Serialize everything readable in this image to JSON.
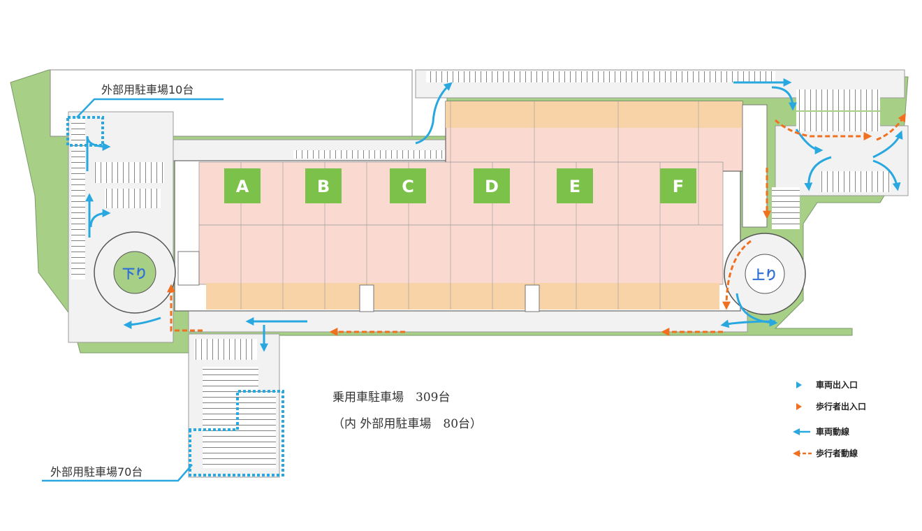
{
  "callouts": {
    "top_left": "外部用駐車場10台",
    "bottom_left": "外部用駐車場70台"
  },
  "zones": [
    "A",
    "B",
    "C",
    "D",
    "E",
    "F"
  ],
  "ramps": {
    "down": "下り",
    "up": "上り"
  },
  "parking_info": {
    "line1": "乗用車駐車場　309台",
    "line2": "（内 外部用駐車場　80台）"
  },
  "legend": [
    {
      "label": "車両出入口",
      "icon": "vehicle-entrance-icon",
      "color": "#29a8e0"
    },
    {
      "label": "歩行者出入口",
      "icon": "pedestrian-entrance-icon",
      "color": "#f07020"
    },
    {
      "label": "車両動線",
      "icon": "vehicle-route-icon",
      "color": "#29a8e0"
    },
    {
      "label": "歩行者動線",
      "icon": "pedestrian-route-icon",
      "color": "#f07020"
    }
  ],
  "colors": {
    "vehicle": "#29a8e0",
    "pedestrian": "#f07020",
    "green": "#a8cf86",
    "zone_label_bg": "#7cc24a",
    "warehouse_pink": "#f9d9d0",
    "warehouse_orange": "#f9d3a8"
  }
}
